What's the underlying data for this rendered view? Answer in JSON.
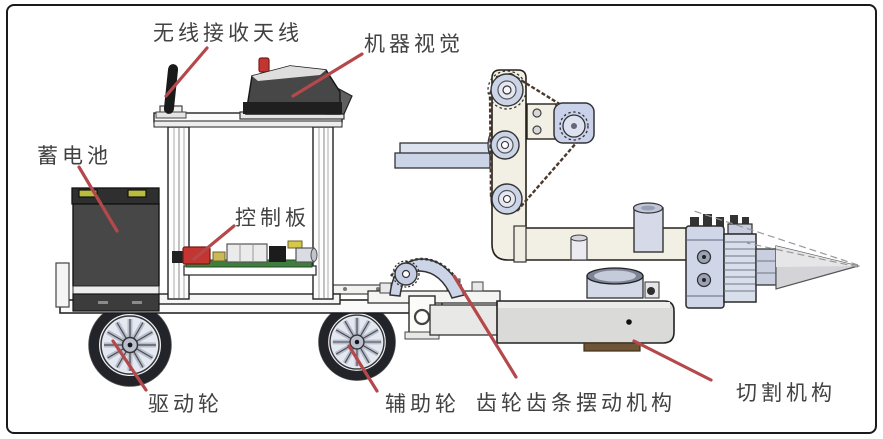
{
  "figure": {
    "type": "engineering-diagram",
    "subject": "wheeled cutting robot structure",
    "palette": {
      "border": "#1a1a1a",
      "label": "#424242",
      "leader": "#b5484b",
      "red": "#c23531",
      "lavender": "#ccd4e8",
      "lavender-light": "#dde2f0",
      "cream": "#f2efe4",
      "pcb-green": "#3f7d3f",
      "terminal-yellow": "#b9bd3f",
      "chain": "#4d392c",
      "steel": "#dadad8",
      "dark": "#474747"
    },
    "labels": [
      {
        "id": "wireless-antenna",
        "text": "无线接收天线"
      },
      {
        "id": "machine-vision",
        "text": "机器视觉"
      },
      {
        "id": "battery",
        "text": "蓄电池"
      },
      {
        "id": "control-board",
        "text": "控制板"
      },
      {
        "id": "drive-wheel",
        "text": "驱动轮"
      },
      {
        "id": "auxiliary-wheel",
        "text": "辅助轮"
      },
      {
        "id": "gear-rack-swing-mechanism",
        "text": "齿轮齿条摆动机构"
      },
      {
        "id": "cutting-mechanism",
        "text": "切割机构"
      }
    ]
  }
}
